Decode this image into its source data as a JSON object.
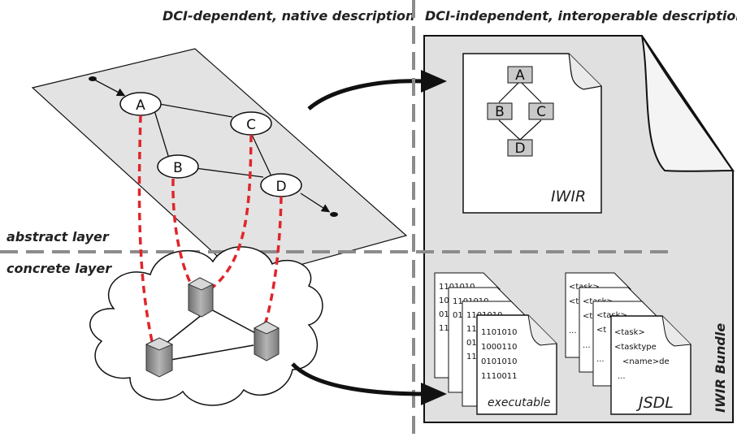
{
  "headers": {
    "left": "DCI-dependent, native description",
    "right": "DCI-independent, interoperable description"
  },
  "layers": {
    "abstract": "abstract layer",
    "concrete": "concrete layer"
  },
  "nodes": {
    "a": "A",
    "b": "B",
    "c": "C",
    "d": "D"
  },
  "iwir_doc": {
    "title": "IWIR",
    "nodes": {
      "a": "A",
      "b": "B",
      "c": "C",
      "d": "D"
    }
  },
  "executable": {
    "title": "executable",
    "lines": [
      "1101010",
      "1000110",
      "0101010",
      "1110011"
    ],
    "back_fragments": [
      "1101010",
      "10",
      "01",
      "11",
      "1101010",
      "01",
      "1101010",
      "11",
      "01",
      "11",
      "11",
      "11"
    ]
  },
  "jsdl": {
    "title": "JSDL",
    "lines": [
      "<task>",
      "<tasktype",
      "<name>de",
      "..."
    ],
    "back_fragments": [
      "<task>",
      "<task>",
      "<t",
      "<task>",
      "<t",
      "<t",
      "...",
      "...",
      "<t",
      "...",
      "..."
    ]
  },
  "bundle_label": "IWIR Bundle",
  "colors": {
    "plane": "#e3e3e3",
    "bundle_bg": "#e0e0e0",
    "iwir_node": "#c9c9c9",
    "mapping": "#e0252b",
    "divider": "#8c8c8c"
  }
}
